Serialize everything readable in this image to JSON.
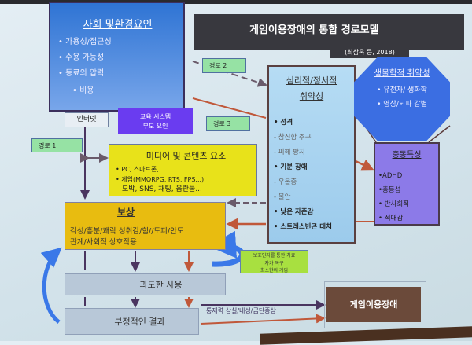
{
  "title": "게임이용장애의 통합 경로모델",
  "citation": "(최삼욱 등, 2018)",
  "social": {
    "heading": "사회 및환경요인",
    "items": [
      "가용성/접근성",
      "수용 가능성",
      "동료의 압력"
    ],
    "cost": "비용"
  },
  "internet": "인터넷",
  "education": {
    "line1": "교육 시스템",
    "line2": "부모 요인"
  },
  "paths": {
    "p1": "경로 1",
    "p2": "경로 2",
    "p3": "경로 3"
  },
  "psych": {
    "heading1": "심리적/정서적",
    "heading2": "취약성",
    "items": [
      {
        "t": "• 성격",
        "k": "b"
      },
      {
        "t": "- 참신함 추구",
        "k": "s"
      },
      {
        "t": "- 피해 방지",
        "k": "s"
      },
      {
        "t": "• 기분 장애",
        "k": "b"
      },
      {
        "t": "- 우울증",
        "k": "s"
      },
      {
        "t": "- 불안",
        "k": "s"
      },
      {
        "t": "• 낮은 자존감",
        "k": "b"
      },
      {
        "t": "• 스트레스빈곤 대처",
        "k": "b"
      }
    ]
  },
  "bio": {
    "heading": "생물학적 취약성",
    "items": [
      "• 유전자/ 생화학",
      "• 영상/뇌파 감별"
    ]
  },
  "impulse": {
    "heading": "충동특성",
    "items": [
      "•ADHD",
      "•충동성",
      "• 반사회적",
      "• 적대감"
    ]
  },
  "media": {
    "heading": "미디어 및 콘텐츠 요소",
    "items": [
      "• PC, 스마트폰,",
      "• 게임(MMORPG, RTS, FPS...),",
      "  도박, SNS, 채팅, 음란물..."
    ]
  },
  "reward": {
    "heading": "보상",
    "line1": "각성/흥분/쾌락 성취감/힘//도피/안도",
    "line2": "관계/사회적 상호작용"
  },
  "note": {
    "line1": "보호인자를 통한  치료",
    "line2": "자가 복구",
    "line3": "최소한의 게임"
  },
  "excess": "과도한 사용",
  "negative": "부정적인 결과",
  "control": "통제력 상실/내성/금단증상",
  "disorder": "게임이용장애",
  "colors": {
    "brownArrow": "#c0583a",
    "purpleArrow": "#4a3560",
    "blueArrow": "#3a78e8"
  }
}
